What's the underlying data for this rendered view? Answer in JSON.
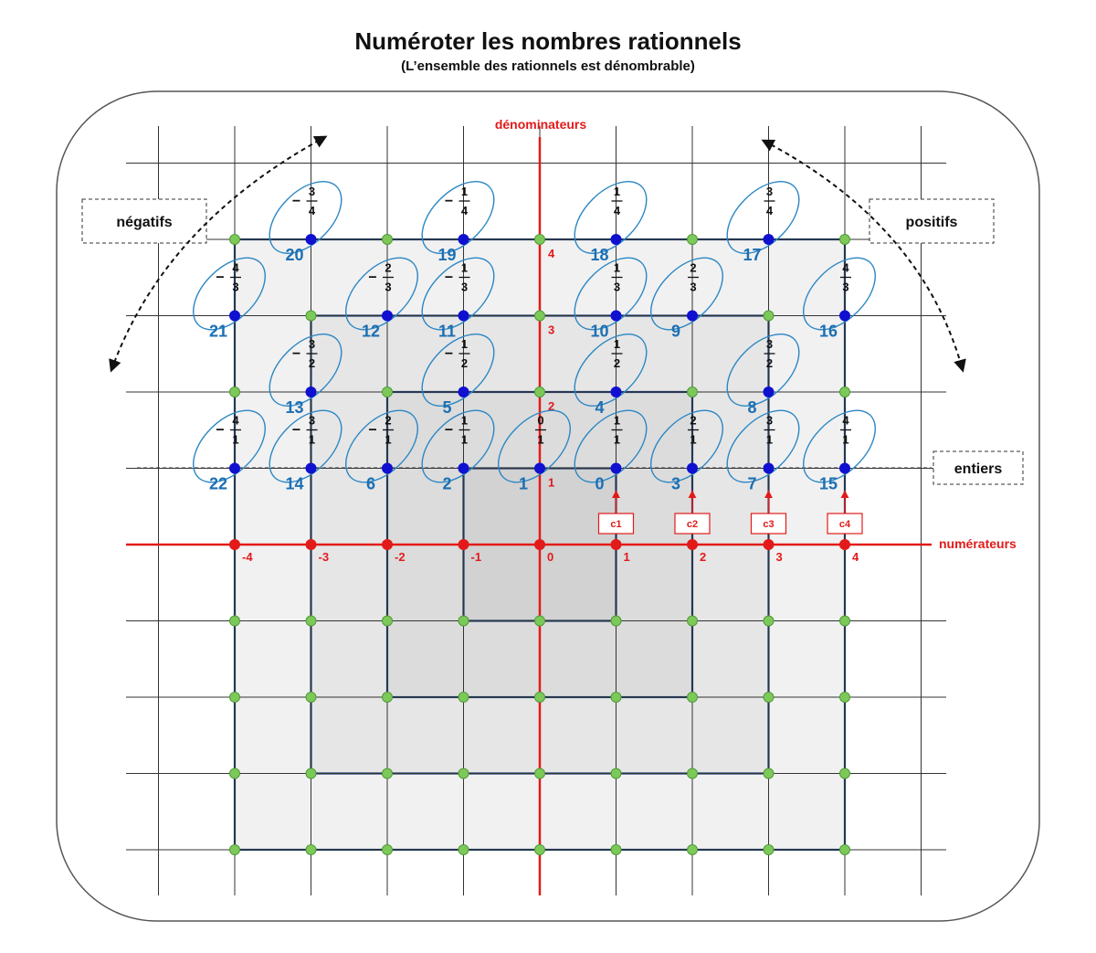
{
  "title": "Numéroter les nombres rationnels",
  "subtitle": "(L’ensemble des rationnels est dénombrable)",
  "labels": {
    "negatifs": "négatifs",
    "positifs": "positifs",
    "entiers": "entiers",
    "denominateurs": "dénominateurs",
    "numerateurs": "numérateurs"
  },
  "colors": {
    "axis": "#e21a1a",
    "square_border": "#1a3d6e",
    "grid": "#333333",
    "lattice_point": "#7cc95a",
    "rational_point": "#1010d0",
    "ellipse": "#2a86c4",
    "index_text": "#1d6fb3"
  },
  "x_ticks": [
    "-4",
    "-3",
    "-2",
    "-1",
    "0",
    "1",
    "2",
    "3",
    "4"
  ],
  "y_ticks": [
    "1",
    "2",
    "3",
    "4"
  ],
  "counters": [
    "c1",
    "c2",
    "c3",
    "c4"
  ],
  "rationals": [
    {
      "index": "0",
      "sign": "",
      "num": "1",
      "den": "1",
      "p": 1,
      "q": 1
    },
    {
      "index": "1",
      "sign": "",
      "num": "0",
      "den": "1",
      "p": 0,
      "q": 1
    },
    {
      "index": "2",
      "sign": "−",
      "num": "1",
      "den": "1",
      "p": -1,
      "q": 1
    },
    {
      "index": "3",
      "sign": "",
      "num": "2",
      "den": "1",
      "p": 2,
      "q": 1
    },
    {
      "index": "4",
      "sign": "",
      "num": "1",
      "den": "2",
      "p": 1,
      "q": 2
    },
    {
      "index": "5",
      "sign": "−",
      "num": "1",
      "den": "2",
      "p": -1,
      "q": 2
    },
    {
      "index": "6",
      "sign": "−",
      "num": "2",
      "den": "1",
      "p": -2,
      "q": 1
    },
    {
      "index": "7",
      "sign": "",
      "num": "3",
      "den": "1",
      "p": 3,
      "q": 1
    },
    {
      "index": "8",
      "sign": "",
      "num": "3",
      "den": "2",
      "p": 3,
      "q": 2
    },
    {
      "index": "9",
      "sign": "",
      "num": "2",
      "den": "3",
      "p": 2,
      "q": 3
    },
    {
      "index": "10",
      "sign": "",
      "num": "1",
      "den": "3",
      "p": 1,
      "q": 3
    },
    {
      "index": "11",
      "sign": "−",
      "num": "1",
      "den": "3",
      "p": -1,
      "q": 3
    },
    {
      "index": "12",
      "sign": "−",
      "num": "2",
      "den": "3",
      "p": -2,
      "q": 3
    },
    {
      "index": "13",
      "sign": "−",
      "num": "3",
      "den": "2",
      "p": -3,
      "q": 2
    },
    {
      "index": "14",
      "sign": "−",
      "num": "3",
      "den": "1",
      "p": -3,
      "q": 1
    },
    {
      "index": "15",
      "sign": "",
      "num": "4",
      "den": "1",
      "p": 4,
      "q": 1
    },
    {
      "index": "16",
      "sign": "",
      "num": "4",
      "den": "3",
      "p": 4,
      "q": 3
    },
    {
      "index": "17",
      "sign": "",
      "num": "3",
      "den": "4",
      "p": 3,
      "q": 4
    },
    {
      "index": "18",
      "sign": "",
      "num": "1",
      "den": "4",
      "p": 1,
      "q": 4
    },
    {
      "index": "19",
      "sign": "−",
      "num": "1",
      "den": "4",
      "p": -1,
      "q": 4
    },
    {
      "index": "20",
      "sign": "−",
      "num": "3",
      "den": "4",
      "p": -3,
      "q": 4
    },
    {
      "index": "21",
      "sign": "−",
      "num": "4",
      "den": "3",
      "p": -4,
      "q": 3
    },
    {
      "index": "22",
      "sign": "−",
      "num": "4",
      "den": "1",
      "p": -4,
      "q": 1
    }
  ]
}
